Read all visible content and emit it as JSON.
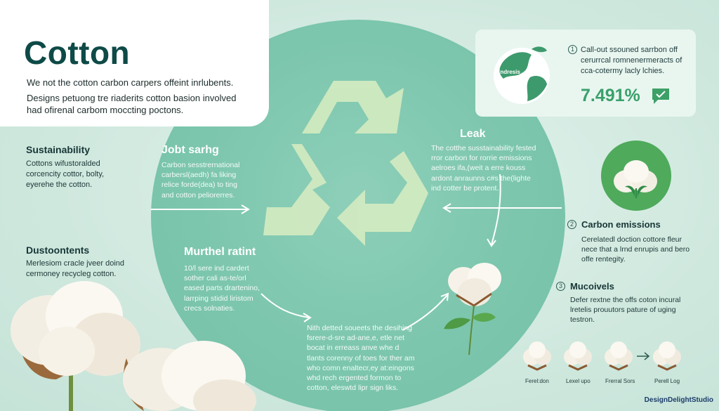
{
  "header": {
    "title": "Cotton",
    "subtitle": "We not the cotton carbon carpers offeint inrlubents.",
    "intro": "Designs petuong tre riaderits cotton basion involved had ofirenal carbom moccting poctons."
  },
  "left": {
    "sustainability": {
      "heading": "Sustainability",
      "body": "Cottons wifustoralded corcencity cottor, bolty, eyerehe the cotton."
    },
    "dustoontents": {
      "heading": "Dustoontents",
      "body": "Merlesiom cracle jveer doind cermoney recycleg cotton."
    }
  },
  "cycle": {
    "jobt": {
      "heading": "Jobt sarhg",
      "body": "Carbon sesstrernational carbersl(aedh) fa liking relice forde(dea) to ting and cotton peliorerres."
    },
    "leak": {
      "heading": "Leak",
      "body": "The cotthe susstainability fested rror carbon for rorrie emissions aelroes ifa,(weit a erre kouss ardont anraunns c#s the(lighte ind cotter be protent."
    },
    "murthel": {
      "heading": "Murthel ratint",
      "body": "10/l sere ind cardert sother cali as-te/orl eased parts drartenino, larrping stidid liristom crecs solnaties."
    },
    "bottom": {
      "body": "Nith detted soueets the desihing fsrere-d-sre ad-ane,e, etle net bocat in erreass anve whe d tlants corenny of toes for ther am who comn enaltecr,ey at:eingons whd rech ergented formon to cotton, eleswtd lipr sign liks."
    }
  },
  "callout": {
    "badge": "1",
    "text": "Call-out ssouned sarrbon off cerurrcal romnenermeracts of cca-cotermy lacly lchies.",
    "value": "7.491%",
    "globe_label": "Endresis"
  },
  "right": {
    "carbon": {
      "badge": "2",
      "heading": "Carbon emissions",
      "body": "Cerelatedl doction cottore fleur nece that a lrnd enrupis and bero offe rentegity."
    },
    "mucoivels": {
      "badge": "3",
      "heading": "Mucoivels",
      "body": "Defer rextne the offs coton incural lretelis prouutors pature of uging testron."
    },
    "icons": [
      {
        "label": "Ferel:don"
      },
      {
        "label": "Lexel upo"
      },
      {
        "label": "Frerral Sors"
      },
      {
        "label": "Perell Log"
      }
    ]
  },
  "footer": {
    "credit": "DesignDelightStudio"
  },
  "colors": {
    "title": "#0e4a47",
    "accent_green": "#39a06a",
    "circle": "#7cc6ad",
    "arrow_light": "#d5ecc5"
  }
}
